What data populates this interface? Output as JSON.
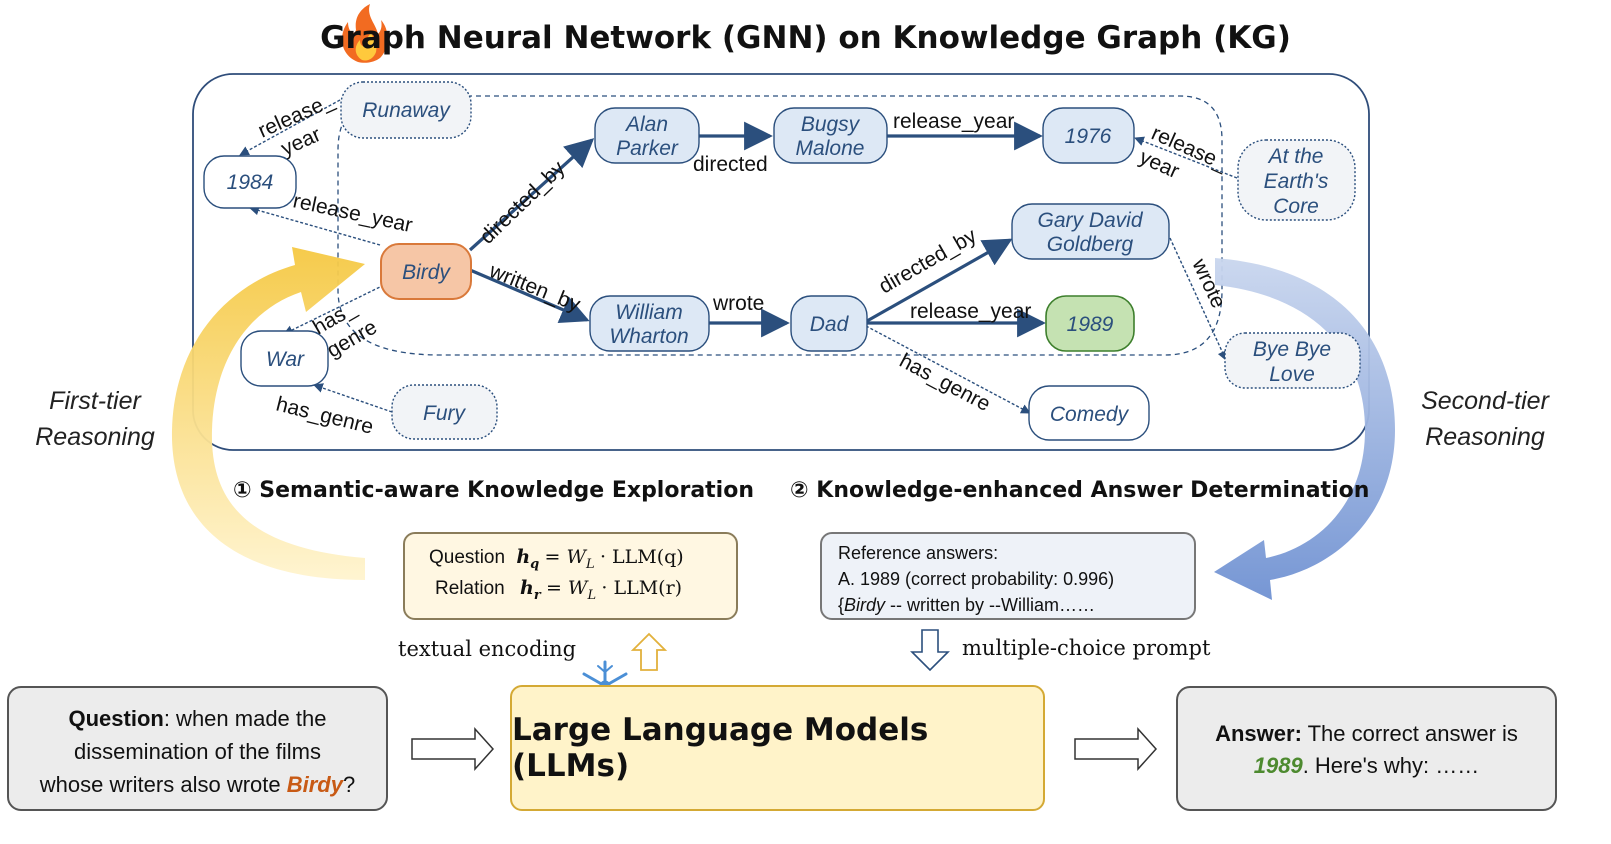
{
  "title": "Graph Neural Network (GNN) on Knowledge Graph (KG)",
  "first_tier": [
    "First-tier",
    "Reasoning"
  ],
  "second_tier": [
    "Second-tier",
    "Reasoning"
  ],
  "step1": "① Semantic-aware Knowledge Exploration",
  "step2": "② Knowledge-enhanced Answer Determination",
  "nodes": {
    "runaway": [
      "Runaway"
    ],
    "y1984": [
      "1984"
    ],
    "birdy": [
      "Birdy"
    ],
    "war": [
      "War"
    ],
    "fury": [
      "Fury"
    ],
    "alan": [
      "Alan",
      "Parker"
    ],
    "bugsy": [
      "Bugsy",
      "Malone"
    ],
    "y1976": [
      "1976"
    ],
    "core": [
      "At the",
      "Earth's",
      "Core"
    ],
    "gary": [
      "Gary David",
      "Goldberg"
    ],
    "william": [
      "William",
      "Wharton"
    ],
    "dad": [
      "Dad"
    ],
    "y1989": [
      "1989"
    ],
    "bye": [
      "Bye Bye",
      "Love"
    ],
    "comedy": [
      "Comedy"
    ]
  },
  "edges": {
    "release_year": "release_year",
    "release_split": [
      "release_",
      "year"
    ],
    "directed_by": "directed_by",
    "written_by": "written_by",
    "has_genre": "has_genre",
    "has_split": [
      "has_",
      "genre"
    ],
    "directed": "directed",
    "wrote": "wrote"
  },
  "encoding_box": {
    "question_label": "Question",
    "question_formula": "= W",
    "question_rhs": "· LLM(q)",
    "relation_label": "Relation",
    "relation_formula": "= W",
    "relation_rhs": "· LLM(r)",
    "h": "h",
    "sub_q": "q",
    "sub_r": "r",
    "sub_L": "L"
  },
  "reference_box": {
    "line1": "Reference answers:",
    "line2": "A. 1989 (correct probability: 0.996)",
    "line3_prefix": "{",
    "line3_italic": "Birdy",
    "line3_rest": " -- written by --William……"
  },
  "textual_encoding": "textual encoding",
  "mc_prompt": "multiple-choice prompt",
  "question_box": {
    "label": "Question",
    "text1": ": when made the",
    "text2": "dissemination of the films",
    "text3": "whose writers also wrote ",
    "highlight": "Birdy",
    "end": "?"
  },
  "llm_label": "Large Language Models (LLMs)",
  "answer_box": {
    "label": "Answer:",
    "text1": " The correct answer is",
    "highlight": "1989",
    "text2": ".  Here's why: ……"
  },
  "colors": {
    "kg_border": "#2f4d7a",
    "edge": "#2b4f7d",
    "node_fill": "#dde8f5",
    "birdy_fill": "#f6c6a6",
    "birdy_stroke": "#d9793a",
    "answer_fill": "#c5e2b2",
    "answer_stroke": "#3d7f2c",
    "yellow_arrow": "#f7cf4f",
    "blue_arrow": "#7e9fd8",
    "birdy_text": "#c85a15",
    "answer_text": "#4d8a2f",
    "llm_fill": "#fff3c9",
    "llm_stroke": "#d4a934"
  },
  "icons": [
    "fire-icon",
    "snowflake-icon",
    "up-arrow-icon",
    "down-arrow-icon",
    "right-arrow-icon"
  ]
}
